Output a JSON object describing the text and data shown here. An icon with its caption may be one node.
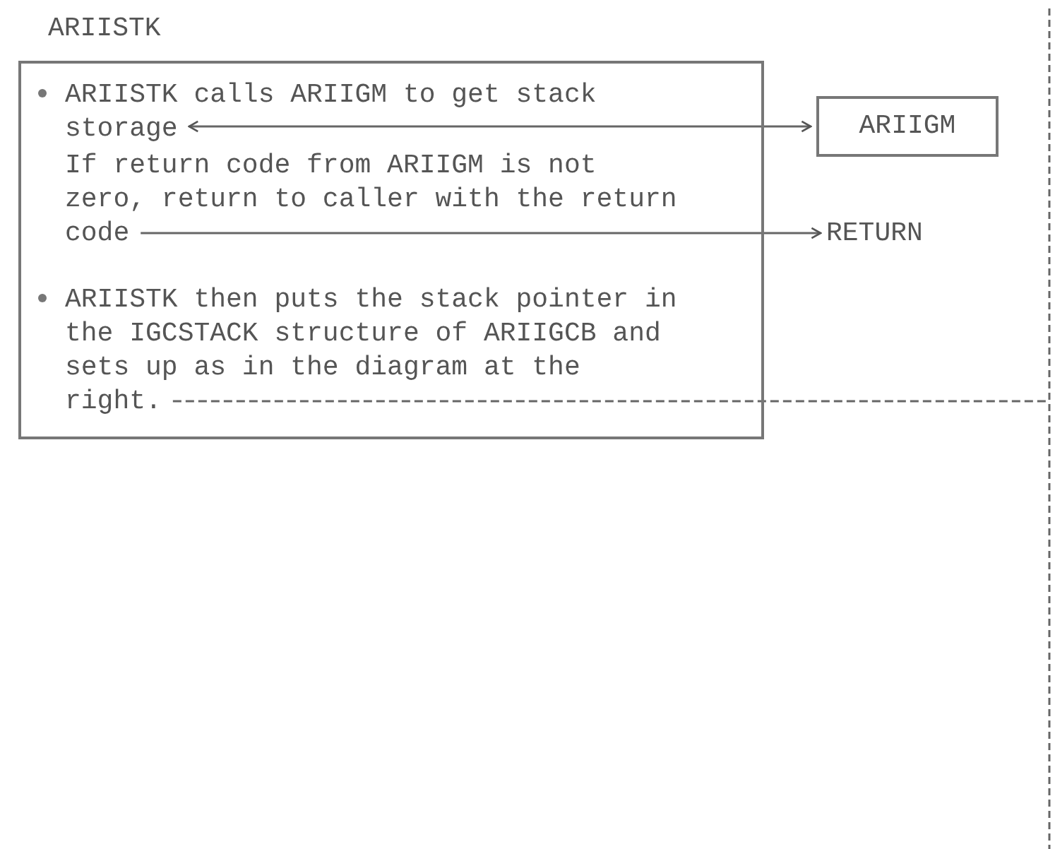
{
  "diagram": {
    "nodes": [
      {
        "text": [
          "ARIISTK"
        ]
      },
      {
        "text": [
          "ARIISTK calls ARIIGM to get stack storage"
        ],
        "in": 0
      },
      {
        "text": [
          "If return code from ARIIGM is not zero, return to caller with the return code"
        ],
        "in": 0
      },
      {
        "text": [
          "ARIISTK then puts the stack pointer in the IGCSTACK structure of ARIIGCB and sets up as in the diagram at the right."
        ],
        "in": 0
      },
      {
        "text": [
          "ARIIGM"
        ]
      },
      {
        "text": [
          "RETURN"
        ]
      }
    ],
    "edges": [
      {
        "from": 1,
        "to": 4,
        "arrow": "both"
      },
      {
        "from": 2,
        "to": 5,
        "arrow": "to"
      },
      {
        "from": 3,
        "to": null,
        "arrow": "none",
        "style": "dashed"
      }
    ]
  }
}
